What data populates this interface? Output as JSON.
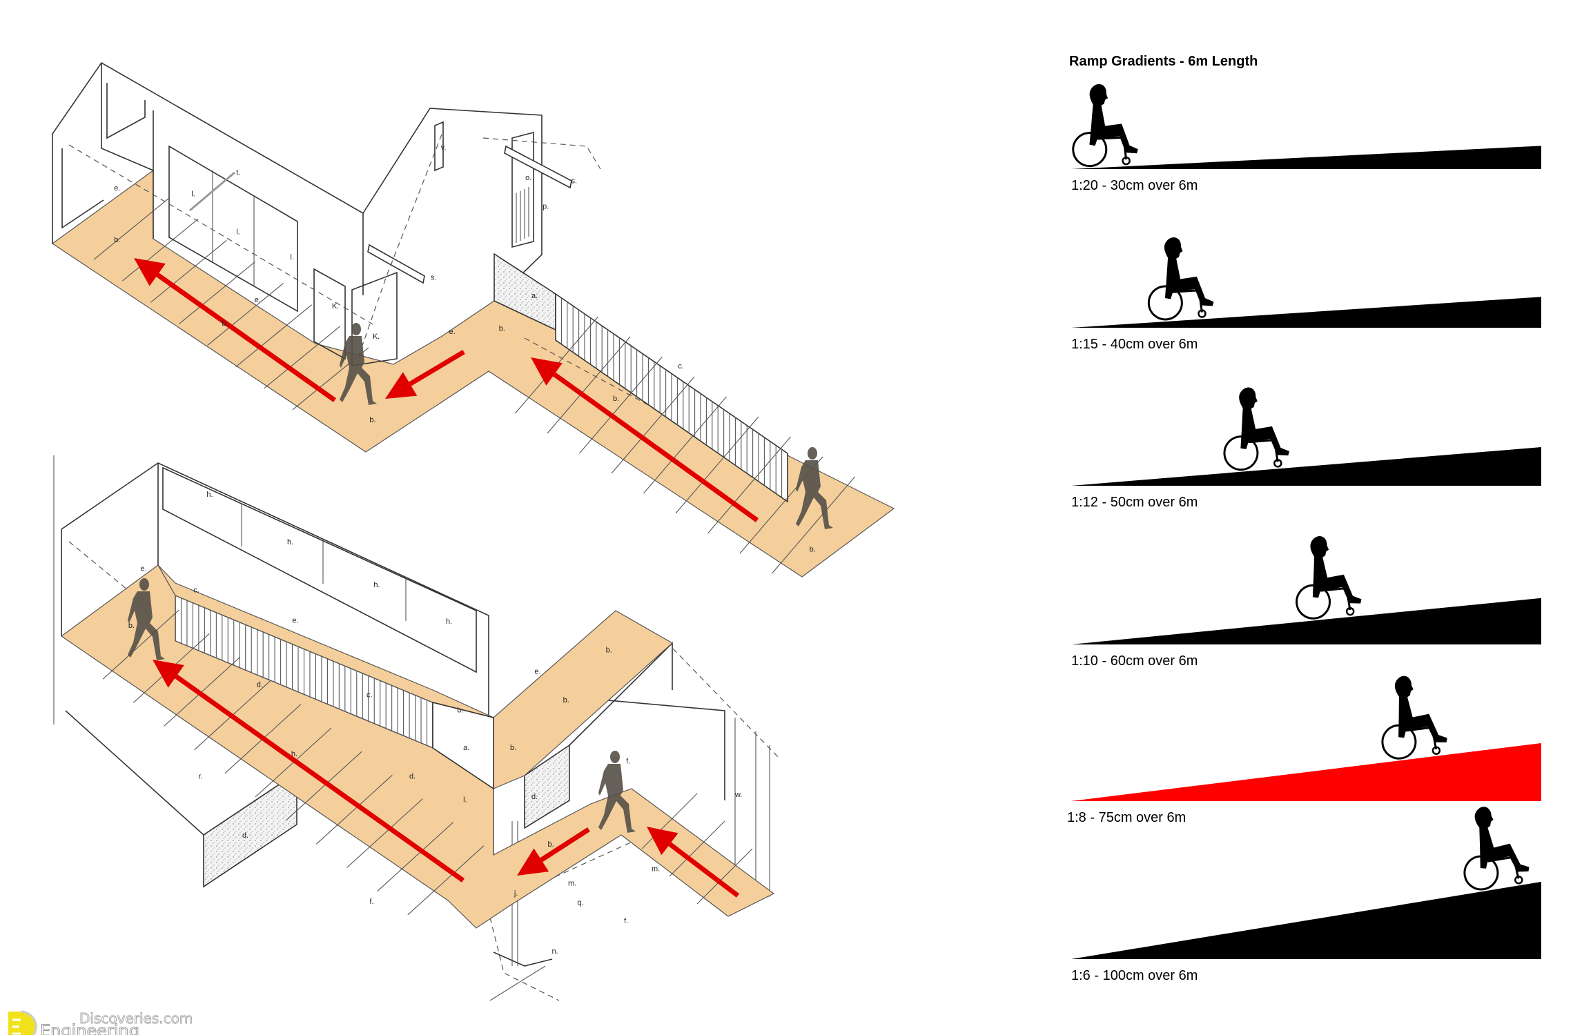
{
  "panel": {
    "title": "Ramp Gradients - 6m Length",
    "ramps": [
      {
        "label": "1:20 - 30cm over 6m",
        "ratio": "1:20",
        "rise_cm": 30,
        "color": "#000000"
      },
      {
        "label": "1:15 - 40cm over 6m",
        "ratio": "1:15",
        "rise_cm": 40,
        "color": "#000000"
      },
      {
        "label": "1:12 - 50cm over 6m",
        "ratio": "1:12",
        "rise_cm": 50,
        "color": "#000000"
      },
      {
        "label": "1:10 - 60cm over 6m",
        "ratio": "1:10",
        "rise_cm": 60,
        "color": "#000000"
      },
      {
        "label": "1:8 - 75cm over 6m",
        "ratio": "1:8",
        "rise_cm": 75,
        "color": "#ff0000"
      },
      {
        "label": "1:6 - 100cm over 6m",
        "ratio": "1:6",
        "rise_cm": 100,
        "color": "#000000"
      }
    ]
  },
  "drawing": {
    "floor_color": "#f4cf9c",
    "arrow_color": "#e00000",
    "person_color": "#555048",
    "top_labels": [
      "e.",
      "b.",
      "l.",
      "t.",
      "l.",
      "l.",
      "e.",
      "b.",
      "K.",
      "K.",
      "v.",
      "o.",
      "p.",
      "s.",
      "s.",
      "a.",
      "e.",
      "b.",
      "c.",
      "b.",
      "b.",
      "b."
    ],
    "bottom_labels": [
      "h.",
      "h.",
      "h.",
      "h.",
      "e.",
      "c.",
      "e.",
      "b.",
      "d.",
      "c.",
      "b.",
      "a.",
      "b.",
      "b.",
      "e.",
      "b.",
      "h.",
      "d.",
      "l.",
      "d.",
      "f.",
      "w.",
      "r.",
      "d.",
      "b.",
      "m.",
      "q.",
      "m.",
      "f.",
      "f.",
      "j.",
      "n."
    ]
  },
  "watermark": {
    "line1": "Discoveries.com",
    "line2": "Engineering",
    "logo_letters": "ED",
    "logo_color": "#f2e21c"
  }
}
